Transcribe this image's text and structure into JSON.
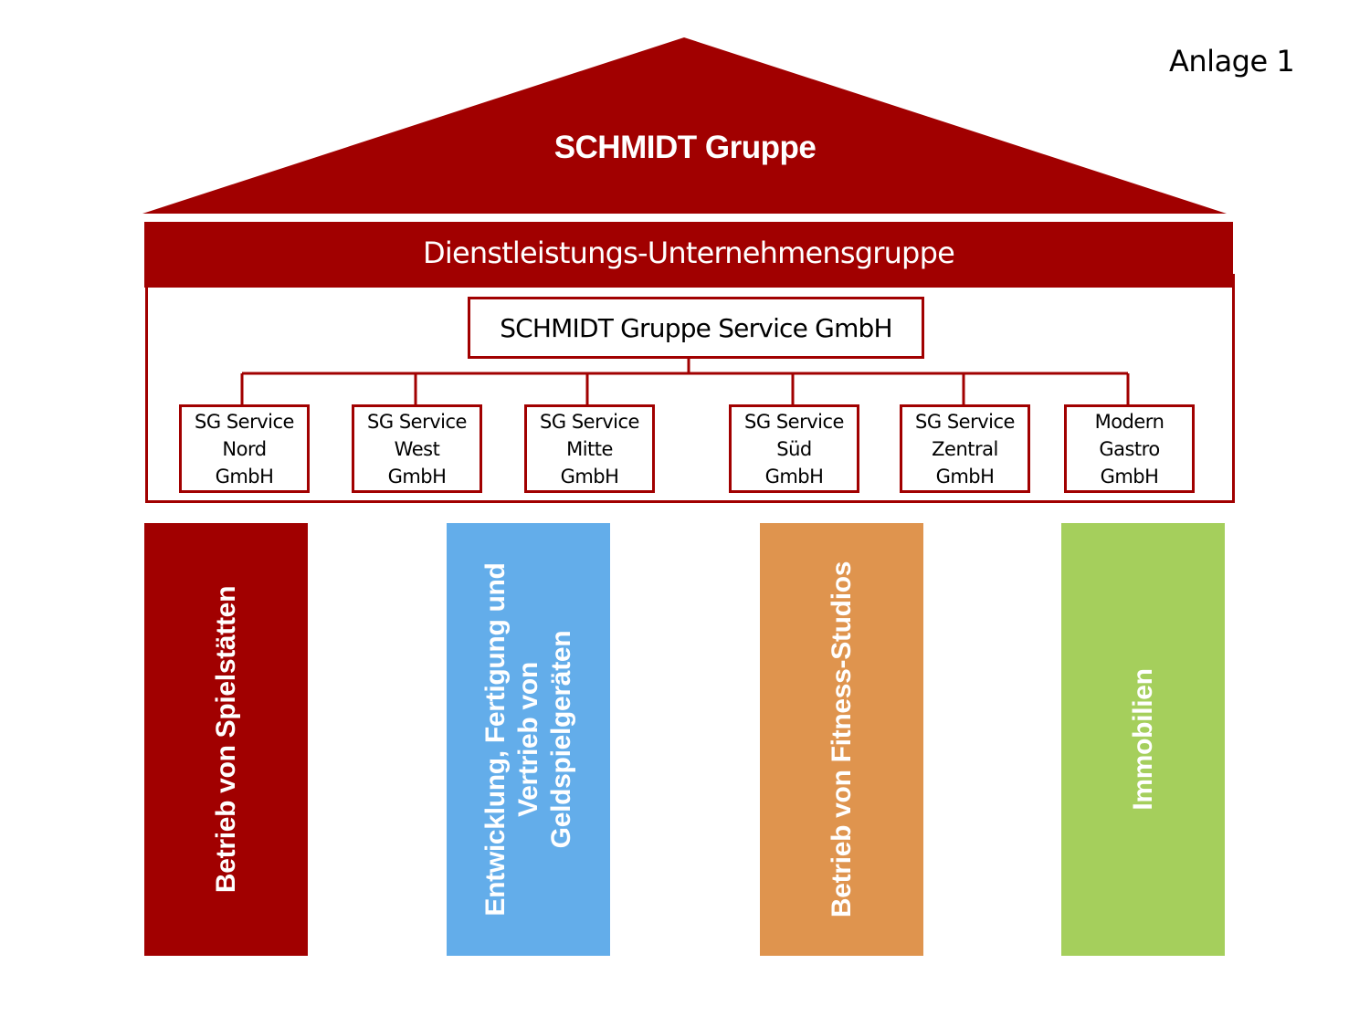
{
  "annex_label": "Anlage 1",
  "roof": {
    "title": "SCHMIDT Gruppe",
    "color": "#a10000"
  },
  "band": {
    "title": "Dienstleistungs-Unternehmensgruppe"
  },
  "service_company": {
    "name": "SCHMIDT Gruppe Service GmbH"
  },
  "subsidiaries": [
    {
      "line1": "SG Service",
      "line2": "Nord",
      "line3": "GmbH"
    },
    {
      "line1": "SG Service",
      "line2": "West",
      "line3": "GmbH"
    },
    {
      "line1": "SG Service",
      "line2": "Mitte",
      "line3": "GmbH"
    },
    {
      "line1": "SG Service",
      "line2": "Süd",
      "line3": "GmbH"
    },
    {
      "line1": "SG Service",
      "line2": "Zentral",
      "line3": "GmbH"
    },
    {
      "line1": "Modern",
      "line2": "Gastro",
      "line3": "GmbH"
    }
  ],
  "pillars": [
    {
      "lines": [
        "Betrieb von Spielstätten"
      ],
      "color": "#a10000"
    },
    {
      "lines": [
        "Entwicklung, Fertigung und",
        "Vertrieb von",
        "Geldspielgeräten"
      ],
      "color": "#63adea"
    },
    {
      "lines": [
        "Betrieb von Fitness-Studios"
      ],
      "color": "#df944e"
    },
    {
      "lines": [
        "Immobilien"
      ],
      "color": "#a5cf5c"
    }
  ]
}
